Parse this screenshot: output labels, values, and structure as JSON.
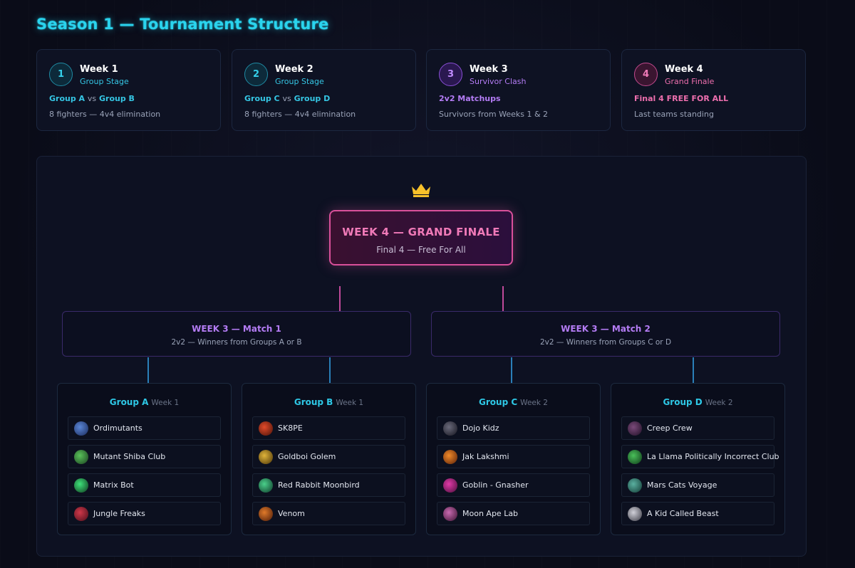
{
  "page": {
    "title": "Season 1 — Tournament Structure"
  },
  "weeks": [
    {
      "badge": "1",
      "title": "Week 1",
      "subtitle": "Group Stage",
      "line1_a": "Group A",
      "line1_vs": "vs",
      "line1_b": "Group B",
      "line2": "8 fighters — 4v4 elimination"
    },
    {
      "badge": "2",
      "title": "Week 2",
      "subtitle": "Group Stage",
      "line1_a": "Group C",
      "line1_vs": "vs",
      "line1_b": "Group D",
      "line2": "8 fighters — 4v4 elimination"
    },
    {
      "badge": "3",
      "title": "Week 3",
      "subtitle": "Survivor Clash",
      "line1": "2v2 Matchups",
      "line2": "Survivors from Weeks 1 & 2"
    },
    {
      "badge": "4",
      "title": "Week 4",
      "subtitle": "Grand Finale",
      "line1": "Final 4 FREE FOR ALL",
      "line2": "Last teams standing"
    }
  ],
  "finale": {
    "title": "WEEK 4 — GRAND FINALE",
    "subtitle": "Final 4 — Free For All",
    "icon": "crown-icon"
  },
  "matches": [
    {
      "title": "WEEK 3 — Match 1",
      "subtitle": "2v2 — Winners from Groups A or B"
    },
    {
      "title": "WEEK 3 — Match 2",
      "subtitle": "2v2 — Winners from Groups C or D"
    }
  ],
  "groups": [
    {
      "name": "Group A",
      "week": "Week 1",
      "teams": [
        "Ordimutants",
        "Mutant Shiba Club",
        "Matrix Bot",
        "Jungle Freaks"
      ]
    },
    {
      "name": "Group B",
      "week": "Week 1",
      "teams": [
        "SK8PE",
        "Goldboi Golem",
        "Red Rabbit Moonbird",
        "Venom"
      ]
    },
    {
      "name": "Group C",
      "week": "Week 2",
      "teams": [
        "Dojo Kidz",
        "Jak Lakshmi",
        "Goblin - Gnasher",
        "Moon Ape Lab"
      ]
    },
    {
      "name": "Group D",
      "week": "Week 2",
      "teams": [
        "Creep Crew",
        "La Llama Politically Incorrect Club",
        "Mars Cats Voyage",
        "A Kid Called Beast"
      ]
    }
  ],
  "colors": {
    "accent_cyan": "#2ad4ee",
    "accent_purple": "#b47cf5",
    "accent_pink": "#f07ab8",
    "background": "#0b0d1a"
  }
}
